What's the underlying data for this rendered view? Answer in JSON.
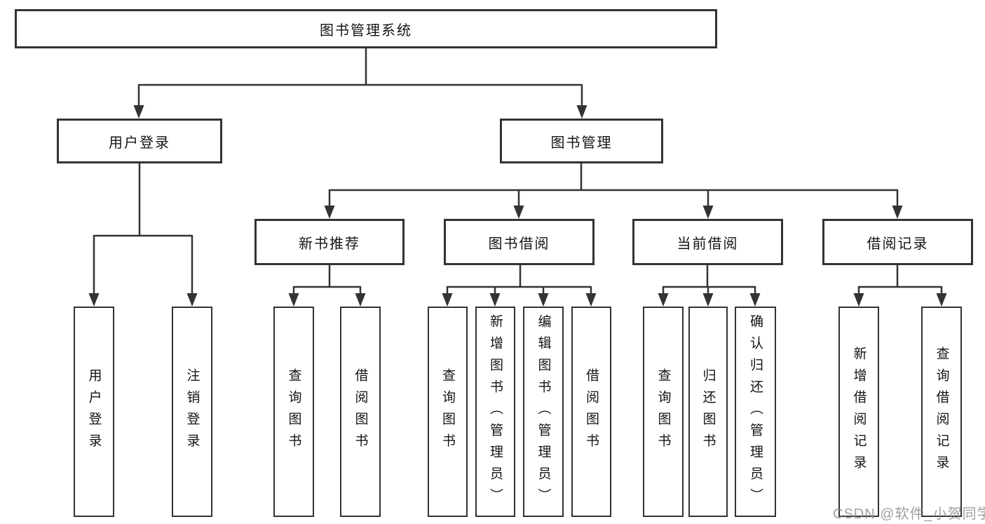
{
  "tree": {
    "root": {
      "label": "图书管理系统"
    },
    "level2": [
      {
        "label": "用户登录"
      },
      {
        "label": "图书管理"
      }
    ],
    "level3": [
      {
        "label": "新书推荐",
        "parent": "图书管理"
      },
      {
        "label": "图书借阅",
        "parent": "图书管理"
      },
      {
        "label": "当前借阅",
        "parent": "图书管理"
      },
      {
        "label": "借阅记录",
        "parent": "图书管理"
      }
    ],
    "leaves": [
      {
        "label": "用户登录",
        "parent": "用户登录"
      },
      {
        "label": "注销登录",
        "parent": "用户登录"
      },
      {
        "label": "查询图书",
        "parent": "新书推荐"
      },
      {
        "label": "借阅图书",
        "parent": "新书推荐"
      },
      {
        "label": "查询图书",
        "parent": "图书借阅"
      },
      {
        "label": "新增图书（管理员）",
        "parent": "图书借阅"
      },
      {
        "label": "编辑图书（管理员）",
        "parent": "图书借阅"
      },
      {
        "label": "借阅图书",
        "parent": "图书借阅"
      },
      {
        "label": "查询图书",
        "parent": "当前借阅"
      },
      {
        "label": "归还图书",
        "parent": "当前借阅"
      },
      {
        "label": "确认归还（管理员）",
        "parent": "当前借阅"
      },
      {
        "label": "新增借阅记录",
        "parent": "借阅记录"
      },
      {
        "label": "查询借阅记录",
        "parent": "借阅记录"
      }
    ],
    "colors": {
      "line": "#333333",
      "text": "#141414",
      "background": "#ffffff",
      "watermark": "#8f8f8f"
    }
  },
  "watermark": {
    "text": "CSDN @软件_小贺同学"
  }
}
